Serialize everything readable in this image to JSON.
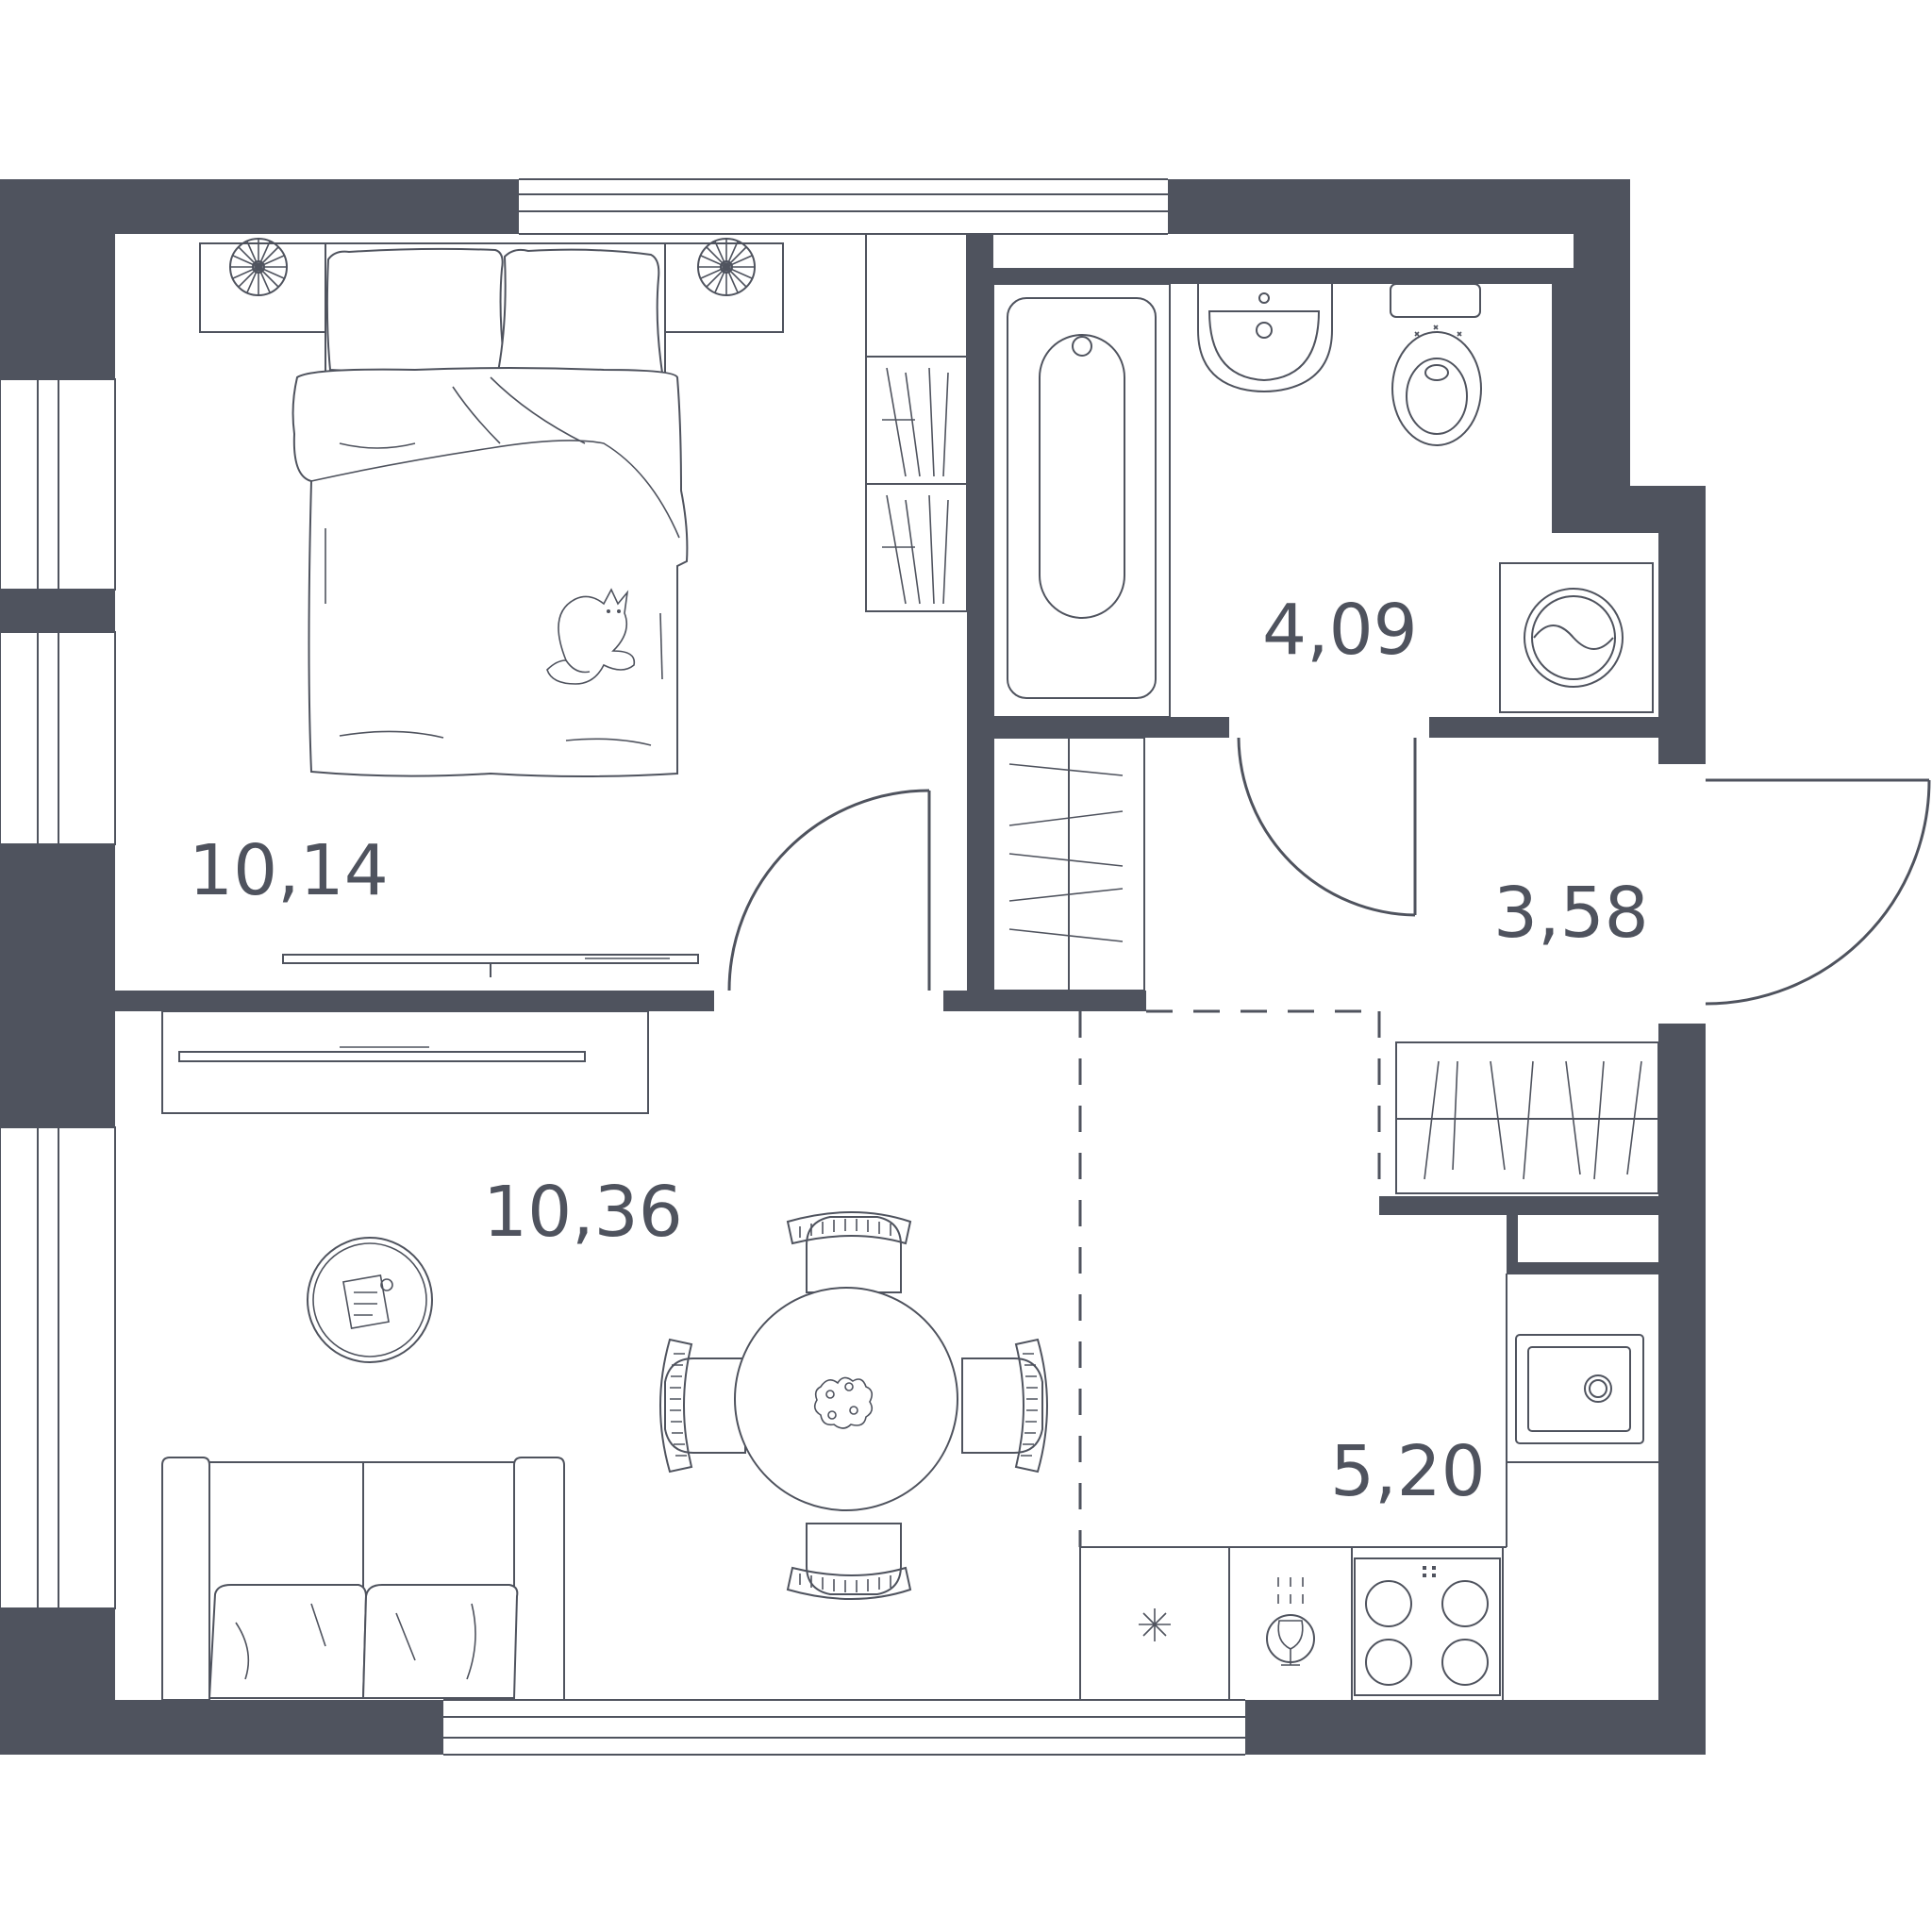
{
  "rooms": [
    {
      "id": "bedroom",
      "area": "10,14"
    },
    {
      "id": "bathroom",
      "area": "4,09"
    },
    {
      "id": "hallway",
      "area": "3,58"
    },
    {
      "id": "living-room",
      "area": "10,36"
    },
    {
      "id": "kitchen",
      "area": "5,20"
    }
  ],
  "colors": {
    "wall": "#4f535e",
    "line": "#4f535e",
    "background": "#ffffff"
  }
}
